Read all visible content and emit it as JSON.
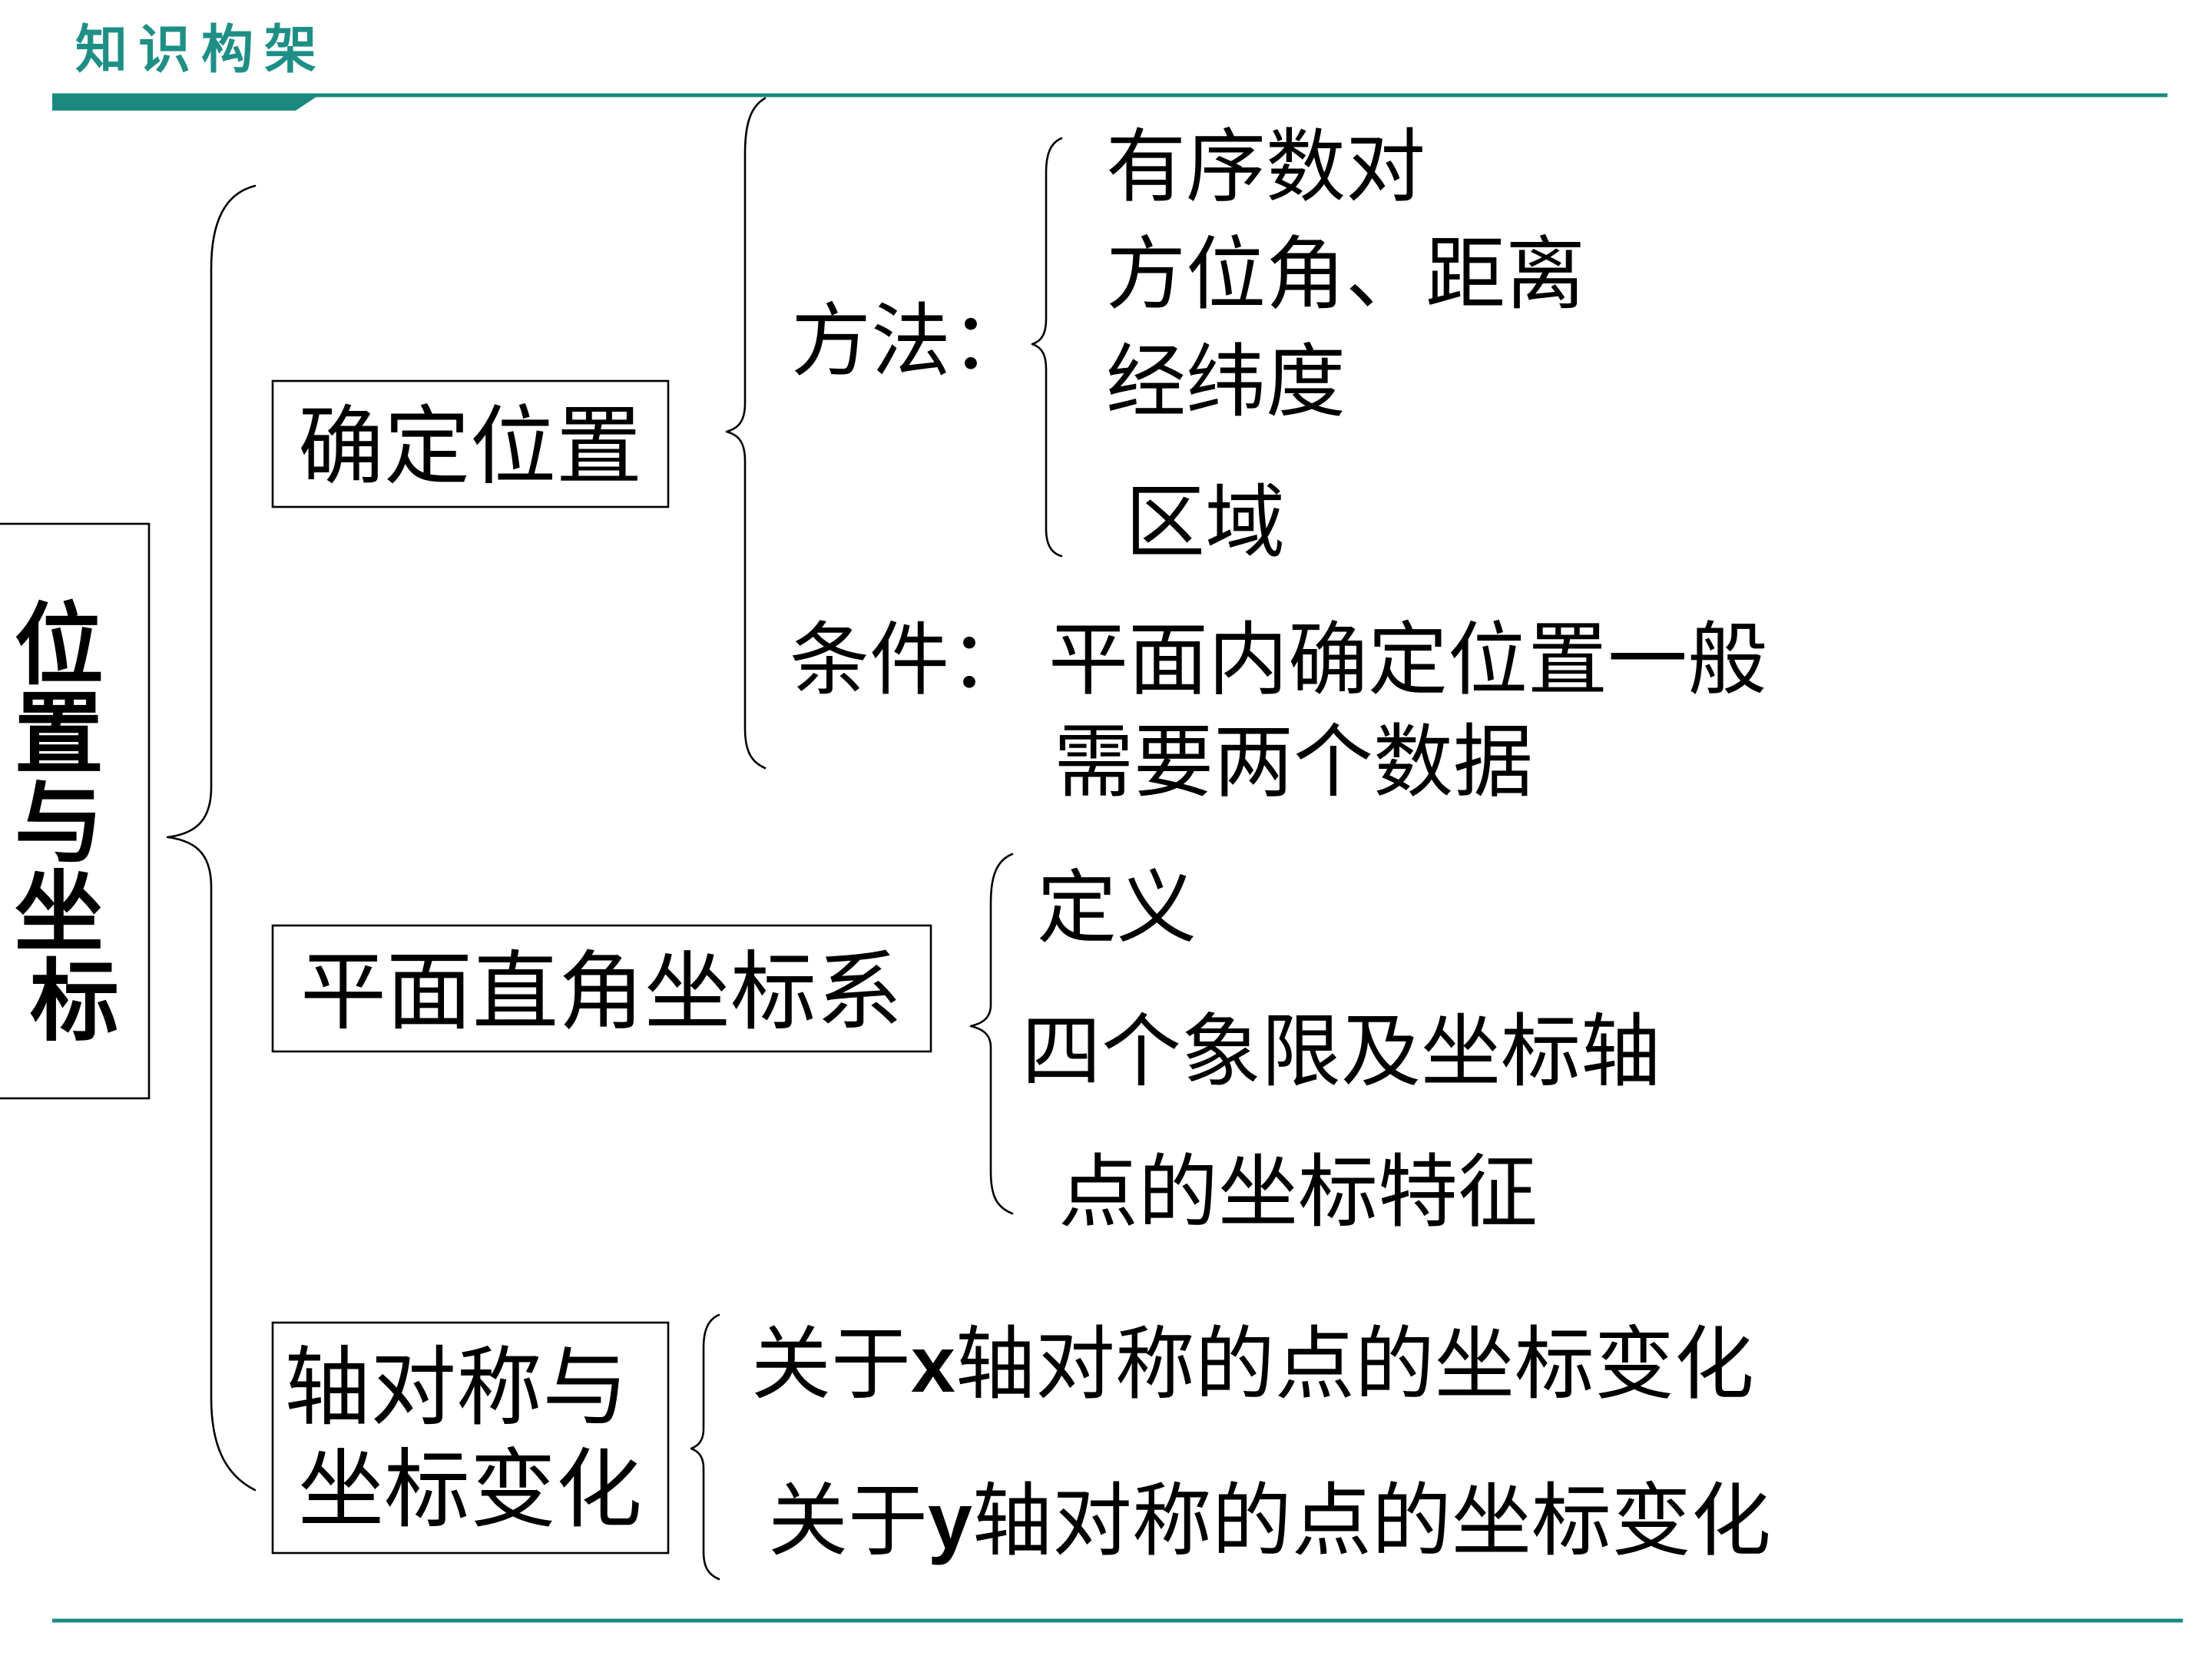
{
  "header": {
    "title": "知识构架",
    "accent_color": "#1a8a80",
    "header_text_color": "#1f8f86"
  },
  "root": {
    "label": "位置与坐标"
  },
  "topics": [
    {
      "label": "确定位置",
      "method_label": "方法：",
      "methods": [
        "有序数对",
        "方位角、距离",
        "经纬度",
        "区域"
      ],
      "condition_label": "条件：",
      "condition_lines": [
        "平面内确定位置一般",
        "需要两个数据"
      ]
    },
    {
      "label": "平面直角坐标系",
      "items": [
        "定义",
        "四个象限及坐标轴",
        "点的坐标特征"
      ]
    },
    {
      "label_lines": [
        "轴对称与",
        "坐标变化"
      ],
      "items": [
        {
          "prefix": "关于",
          "axis": "x",
          "suffix": "轴对称的点的坐标变化"
        },
        {
          "prefix": "关于",
          "axis": "y",
          "suffix": "轴对称的点的坐标变化"
        }
      ]
    }
  ]
}
